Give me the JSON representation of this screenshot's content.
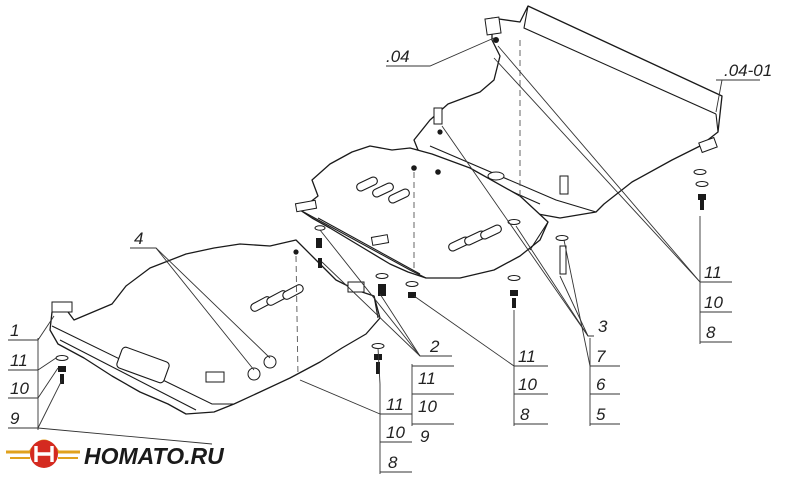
{
  "labels": {
    "part_04": ".04",
    "part_0401": ".04-01",
    "col_left": [
      "1",
      "11",
      "10",
      "9"
    ],
    "label_4": "4",
    "label_2": "2",
    "col_mid_upper": [
      "11",
      "10",
      "9"
    ],
    "col_mid_lower": [
      "11",
      "10",
      "8"
    ],
    "col_center": [
      "11",
      "10",
      "8"
    ],
    "label_3": "3",
    "col_right_lower": [
      "7",
      "6",
      "5"
    ],
    "col_right_upper": [
      "11",
      "10",
      "8"
    ]
  },
  "brand": {
    "name": "HOMATO.RU",
    "colors": {
      "red": "#d42a20",
      "gold": "#e0a21e",
      "ink": "#1a1a1a"
    }
  }
}
